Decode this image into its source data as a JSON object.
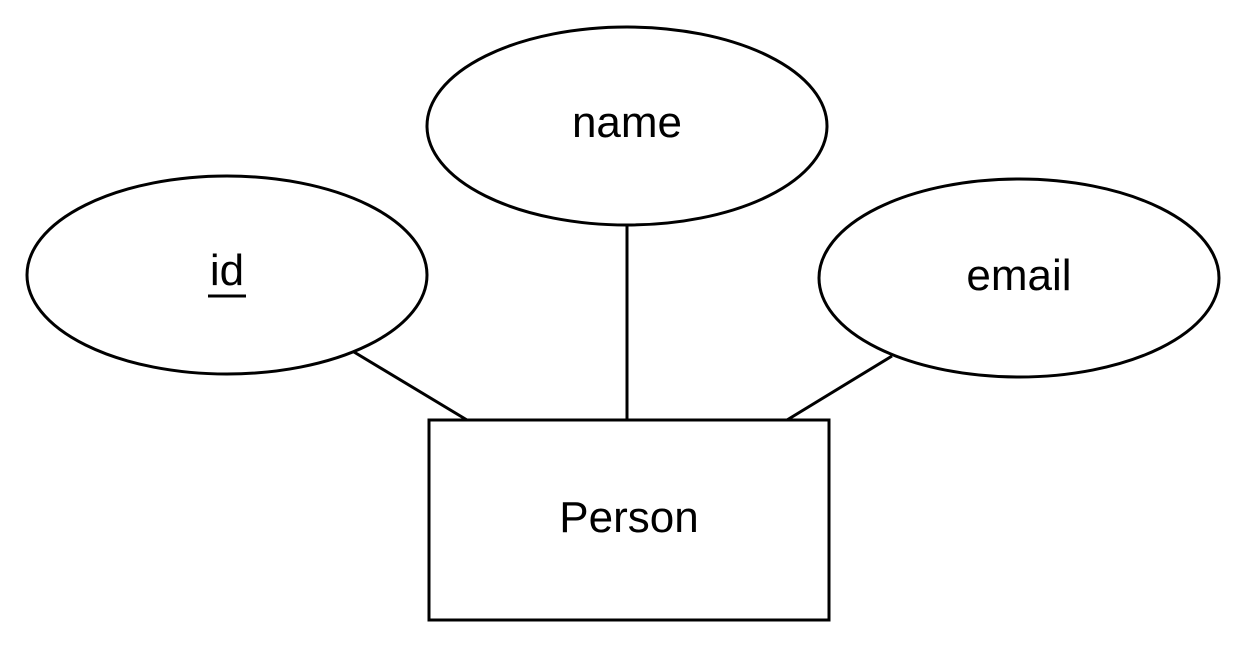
{
  "entity": {
    "name": "Person"
  },
  "attributes": [
    {
      "label": "id",
      "is_key": true
    },
    {
      "label": "name",
      "is_key": false
    },
    {
      "label": "email",
      "is_key": false
    }
  ],
  "colors": {
    "stroke": "#000000",
    "fill": "#ffffff"
  }
}
